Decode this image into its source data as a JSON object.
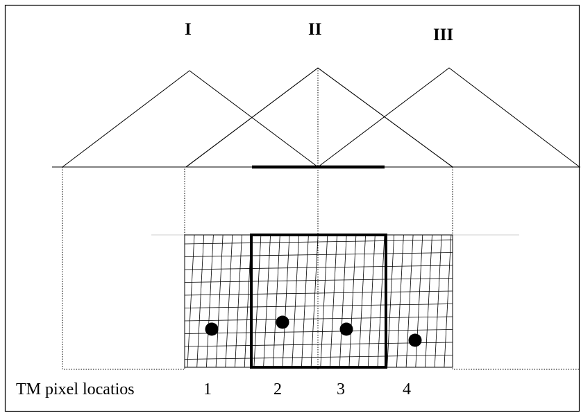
{
  "peaks": [
    {
      "label": "I"
    },
    {
      "label": "II"
    },
    {
      "label": "III"
    }
  ],
  "axis_caption": "TM pixel locatios",
  "pixels": [
    {
      "number": "1"
    },
    {
      "number": "2"
    },
    {
      "number": "3"
    },
    {
      "number": "4"
    }
  ]
}
